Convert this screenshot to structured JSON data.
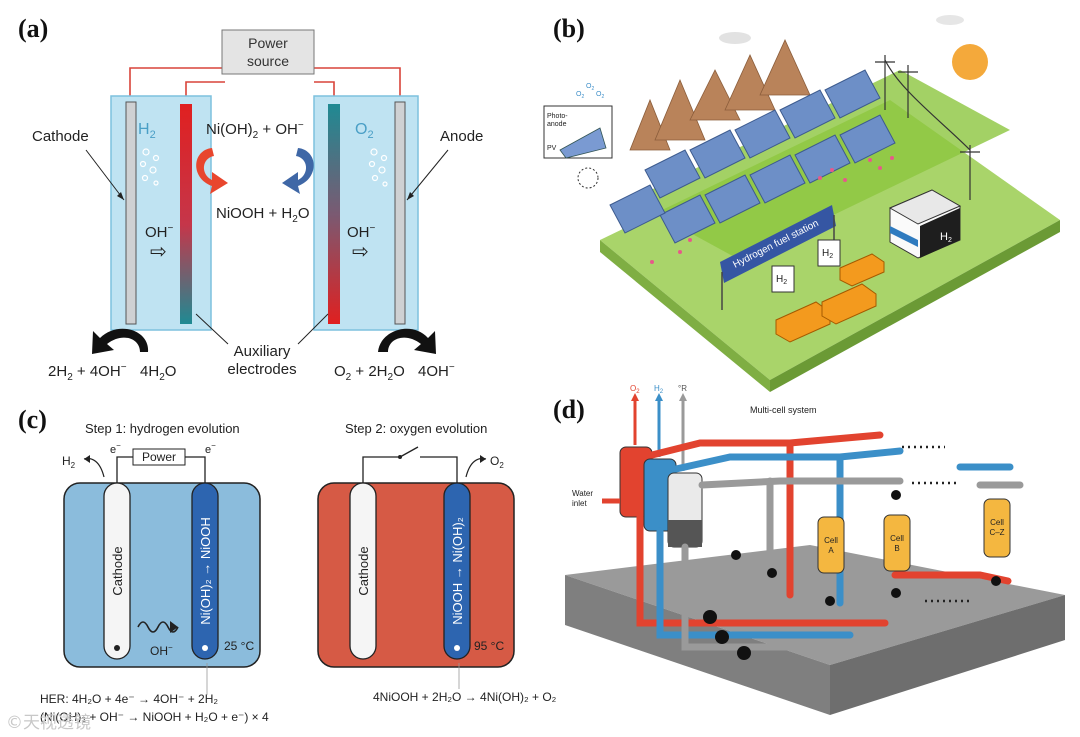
{
  "labels": {
    "a": "(a)",
    "b": "(b)",
    "c": "(c)",
    "d": "(d)"
  },
  "panel_a": {
    "power_line1": "Power",
    "power_line2": "source",
    "h2": "H",
    "h2_sub": "2",
    "o2": "O",
    "o2_sub": "2",
    "cathode": "Cathode",
    "anode": "Anode",
    "ni_oh_top": "Ni(OH)",
    "ni_oh_top_sub": "2",
    "ni_oh_top_tail": " + OH",
    "niooh": "NiOOH + H",
    "niooh_sub": "2",
    "niooh_tail": "O",
    "oh_left": "OH",
    "oh_right": "OH",
    "aux_line1": "Auxiliary",
    "aux_line2": "electrodes",
    "left_eq": "2H",
    "left_eq_sub": "2",
    "left_eq_tail": " + 4OH",
    "left_h2o": "4H",
    "left_h2o_sub": "2",
    "left_h2o_tail": "O",
    "right_eq": "O",
    "right_eq_sub": "2",
    "right_eq_mid": " + 2H",
    "right_eq_sub2": "2",
    "right_eq_tail": "O",
    "right_oh": "4OH",
    "minus": "−"
  },
  "panel_b": {
    "photo_anode_1": "Photo-",
    "photo_anode_2": "anode",
    "pv": "PV",
    "o2": "O",
    "o2_sub": "2",
    "banner": "Hydrogen fuel station",
    "h2": "H",
    "h2_sub": "2",
    "colors": {
      "grass": "#8cc63f",
      "sun": "#f4a93b",
      "panel": "#6d8fc7",
      "mountain": "#b9835a",
      "car": "#f39a1e"
    }
  },
  "panel_c": {
    "step1": "Step 1: hydrogen evolution",
    "step2": "Step 2: oxygen evolution",
    "power": "Power",
    "e": "e",
    "h2": "H",
    "h2_sub": "2",
    "o2": "O",
    "o2_sub": "2",
    "cathode": "Cathode",
    "step1_electrode": "Ni(OH)₂ → NiOOH",
    "step2_electrode": "NiOOH → Ni(OH)₂",
    "oh": "OH",
    "temp1": "25 °C",
    "temp2": "95 °C",
    "her": "HER: 4H₂O + 4e⁻ → 4OH⁻ + 2H₂",
    "her2": "(Ni(OH)₂ + OH⁻ → NiOOH + H₂O + e⁻) × 4",
    "oer": "4NiOOH + 2H₂O → 4Ni(OH)₂ + O₂",
    "colors": {
      "blue": "#8bbcdc",
      "red": "#d65a45",
      "electrode": "#2d65b0"
    }
  },
  "panel_d": {
    "title": "Multi-cell system",
    "o2": "O",
    "o2_sub": "2",
    "h2": "H",
    "h2_sub": "2",
    "r": "°R",
    "water_1": "Water",
    "water_2": "inlet",
    "cell_a_1": "Cell",
    "cell_a_2": "A",
    "cell_b_1": "Cell",
    "cell_b_2": "B",
    "cell_c_1": "Cell",
    "cell_c_2": "C–Z",
    "colors": {
      "red": "#e2432f",
      "blue": "#3b8fc8",
      "grey": "#9a9a9a",
      "cell": "#f4b740",
      "slab": "#8f8f8f"
    }
  },
  "watermark": "©天视透镜"
}
